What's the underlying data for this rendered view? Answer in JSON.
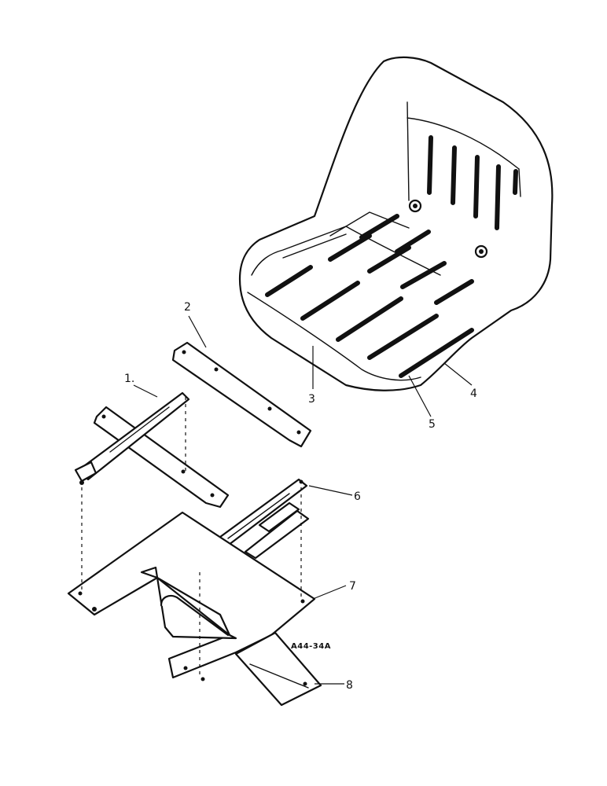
{
  "callouts": [
    {
      "id": "1",
      "label": "1."
    },
    {
      "id": "2",
      "label": "2"
    },
    {
      "id": "3",
      "label": "3"
    },
    {
      "id": "4",
      "label": "4"
    },
    {
      "id": "5",
      "label": "5"
    },
    {
      "id": "6",
      "label": "6"
    },
    {
      "id": "7",
      "label": "7"
    },
    {
      "id": "8",
      "label": "8"
    }
  ],
  "figure_reference": "A44-34A",
  "ink_color": "#111111",
  "paper_color": "#ffffff"
}
